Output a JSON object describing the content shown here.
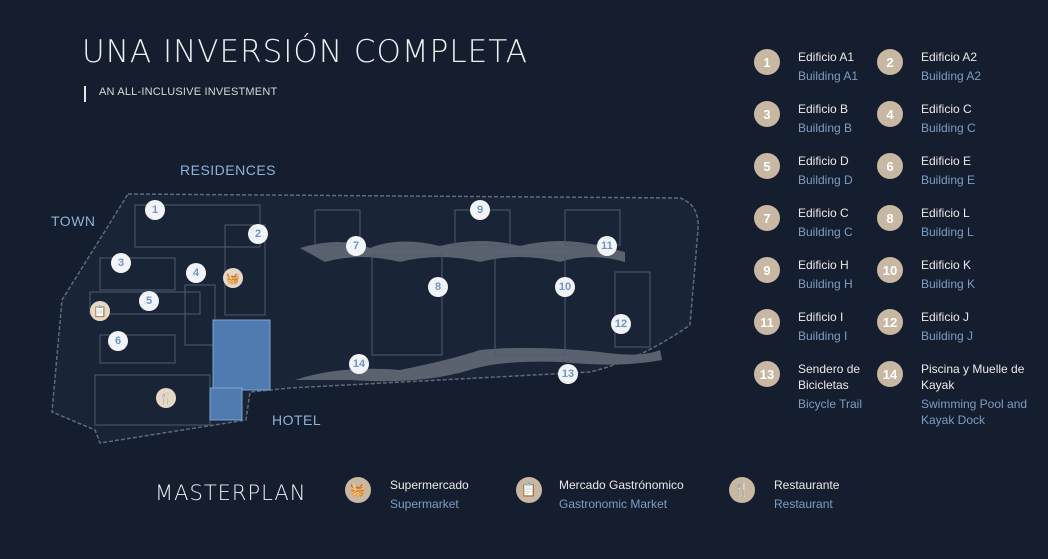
{
  "header": {
    "title": "UNA INVERSIÓN COMPLETA",
    "subtitle": "AN ALL-INCLUSIVE INVESTMENT"
  },
  "map": {
    "labels": {
      "residences": "RESIDENCES",
      "town": "TOWN",
      "hotel": "HOTEL"
    },
    "markers": [
      "1",
      "2",
      "3",
      "4",
      "5",
      "6",
      "7",
      "8",
      "9",
      "10",
      "11",
      "12",
      "13",
      "14"
    ],
    "amenity_icons": [
      "basket-icon",
      "clipboard-icon",
      "restaurant-icon"
    ]
  },
  "legend": [
    {
      "num": "1",
      "es": "Edificio A1",
      "en": "Building A1"
    },
    {
      "num": "2",
      "es": "Edificio A2",
      "en": "Building A2"
    },
    {
      "num": "3",
      "es": "Edificio B",
      "en": "Building B"
    },
    {
      "num": "4",
      "es": "Edificio C",
      "en": "Building C"
    },
    {
      "num": "5",
      "es": "Edificio D",
      "en": "Building D"
    },
    {
      "num": "6",
      "es": "Edificio E",
      "en": "Building E"
    },
    {
      "num": "7",
      "es": "Edificio C",
      "en": "Building C"
    },
    {
      "num": "8",
      "es": "Edificio L",
      "en": "Building L"
    },
    {
      "num": "9",
      "es": "Edificio H",
      "en": "Building H"
    },
    {
      "num": "10",
      "es": "Edificio K",
      "en": "Building K"
    },
    {
      "num": "11",
      "es": "Edificio I",
      "en": "Building I"
    },
    {
      "num": "12",
      "es": "Edificio J",
      "en": "Building J"
    },
    {
      "num": "13",
      "es": "Sendero de Bicicletas",
      "en": "Bicycle Trail"
    },
    {
      "num": "14",
      "es": "Piscina y Muelle de Kayak",
      "en": "Swimming Pool and Kayak Dock"
    }
  ],
  "footer": {
    "title": "MASTERPLAN",
    "amenities": [
      {
        "icon": "basket-icon",
        "glyph": "🧺",
        "es": "Supermercado",
        "en": "Supermarket"
      },
      {
        "icon": "clipboard-icon",
        "glyph": "📋",
        "es": "Mercado Gastrónomico",
        "en": "Gastronomic Market"
      },
      {
        "icon": "restaurant-icon",
        "glyph": "🍴",
        "es": "Restaurante",
        "en": "Restaurant"
      }
    ]
  },
  "colors": {
    "background": "#151e2f",
    "badge": "#c7b7a3",
    "accent_blue": "#7e9dc2",
    "hotel_block": "#4f7bb0"
  }
}
